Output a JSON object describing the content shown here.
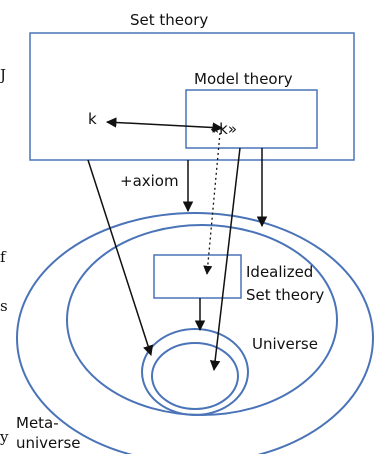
{
  "diagram": {
    "labels": {
      "set_theory": "Set theory",
      "model_theory": "Model theory",
      "k": "k",
      "k_code": "«k»",
      "axiom": "+axiom",
      "idealized_line1": "Idealized",
      "idealized_line2": "Set theory",
      "universe": "Universe",
      "meta_line1": "Meta-",
      "meta_line2": "universe"
    },
    "edge_fragments": [
      "J",
      "f",
      "s",
      "y"
    ],
    "colors": {
      "box_stroke": "#4a73b8",
      "arrow": "#111111",
      "text": "#111111"
    }
  }
}
